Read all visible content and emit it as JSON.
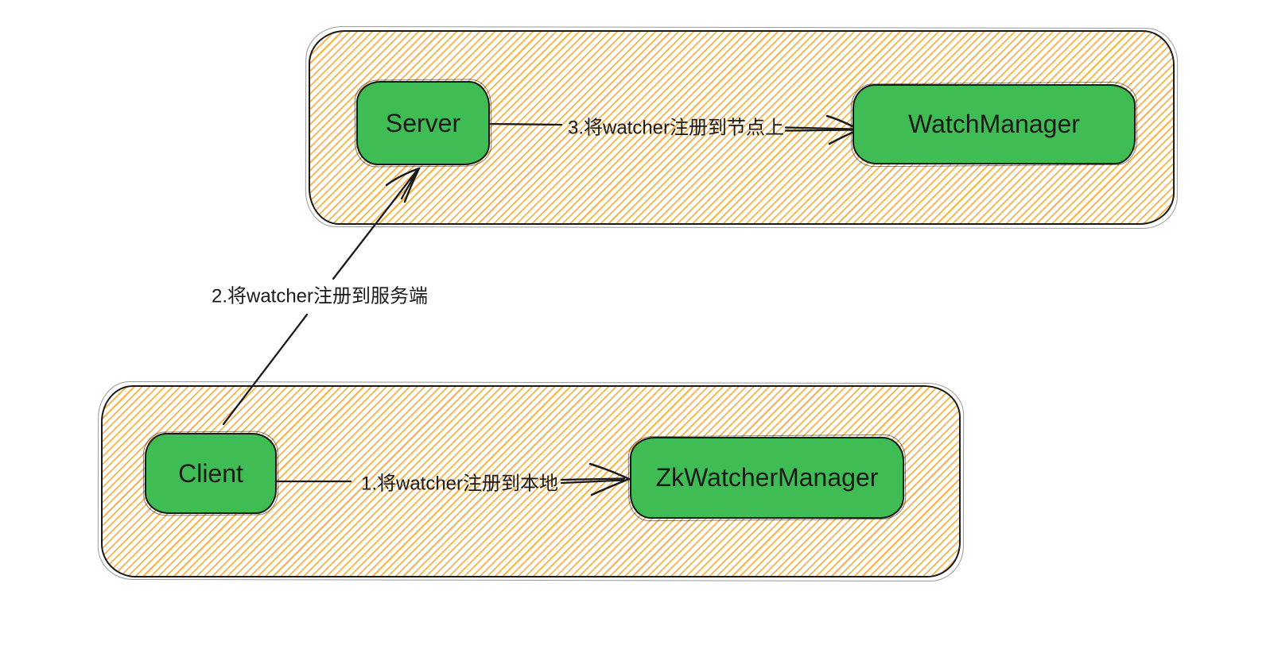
{
  "colors": {
    "background": "#ffffff",
    "container_hatch": "#f7b34a",
    "container_border": "#1a1a1a",
    "node_fill": "#40bc55",
    "node_border": "#1a1a1a",
    "text": "#1a1a1a",
    "arrow": "#1a1a1a"
  },
  "diagram": {
    "type": "flow-diagram",
    "style": "hand-drawn-sketch",
    "containers": [
      {
        "id": "server-side-container",
        "fill": "orange-hachure",
        "contains": [
          "Server",
          "WatchManager"
        ]
      },
      {
        "id": "client-side-container",
        "fill": "orange-hachure",
        "contains": [
          "Client",
          "ZkWatcherManager"
        ]
      }
    ],
    "nodes": [
      {
        "id": "server",
        "label": "Server",
        "group": "server-side-container"
      },
      {
        "id": "watch-manager",
        "label": "WatchManager",
        "group": "server-side-container"
      },
      {
        "id": "client",
        "label": "Client",
        "group": "client-side-container"
      },
      {
        "id": "zk-watcher-manager",
        "label": "ZkWatcherManager",
        "group": "client-side-container"
      }
    ],
    "edges": [
      {
        "id": "edge-1",
        "from": "Client",
        "to": "ZkWatcherManager",
        "label": "1.将watcher注册到本地"
      },
      {
        "id": "edge-2",
        "from": "Client",
        "to": "Server",
        "label": "2.将watcher注册到服务端"
      },
      {
        "id": "edge-3",
        "from": "Server",
        "to": "WatchManager",
        "label": "3.将watcher注册到节点上"
      }
    ]
  }
}
